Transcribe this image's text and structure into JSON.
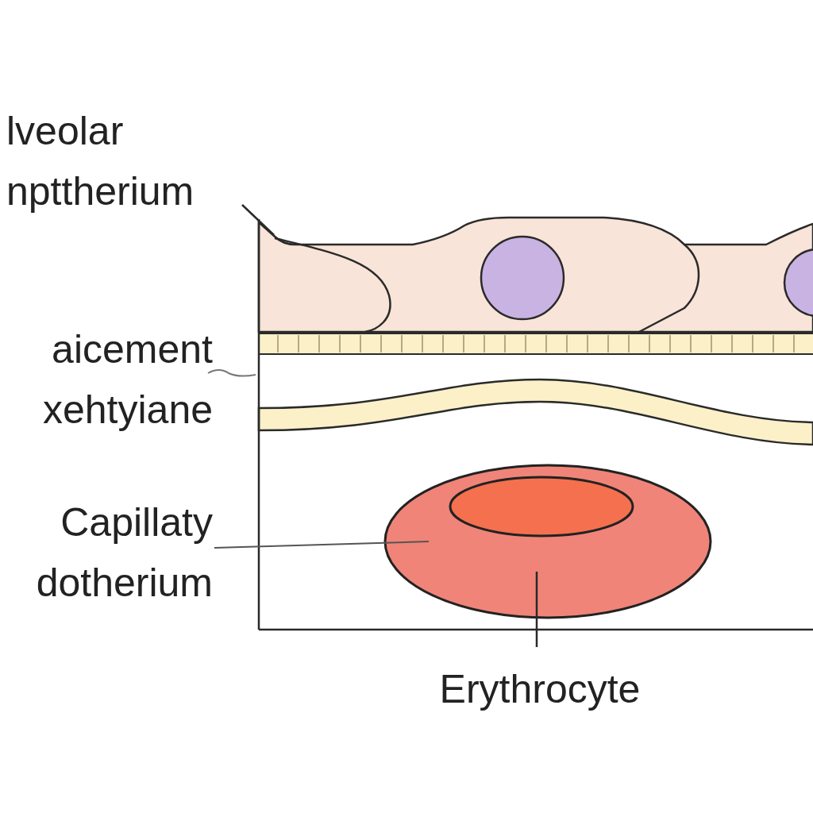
{
  "diagram": {
    "labels": [
      "lveolar npttherium",
      "aicement xehtyiane",
      "Capillaty dotherium",
      "Erythrocyte"
    ]
  }
}
